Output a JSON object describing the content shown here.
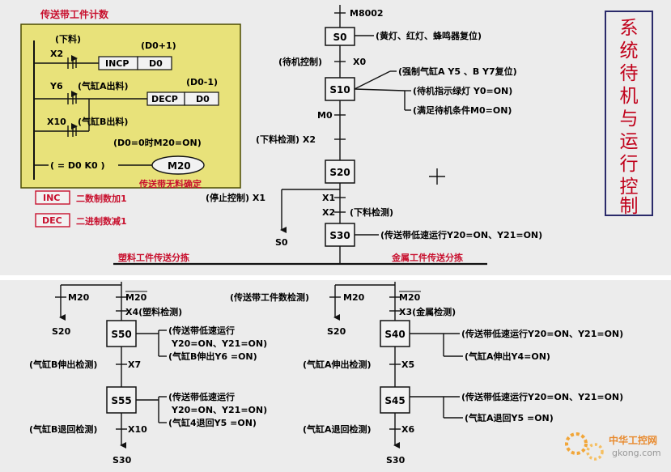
{
  "counter_panel": {
    "title": "传送带工件计数",
    "rung1_comment": "(下料)",
    "rung1_contact": "X2",
    "rung1_operand": "(D0+1)",
    "rung1_instr": "INCP",
    "rung1_reg": "D0",
    "rung2_contact": "Y6",
    "rung2_comment": "(气缸A出料)",
    "rung2_operand": "(D0-1)",
    "rung2_instr": "DECP",
    "rung2_reg": "D0",
    "rung3_contact": "X10",
    "rung3_comment": "(气缸B出料)",
    "rung4_note": "(D0=0时M20=ON)",
    "rung4_cmp": "( = D0 K0 )",
    "rung4_coil": "M20",
    "rung4_caption": "传送带无料确定",
    "legend": [
      {
        "key": "INC",
        "desc": "二数制数加1"
      },
      {
        "key": "DEC",
        "desc": "二进制数减1"
      }
    ]
  },
  "vertical_title": [
    "系",
    "统",
    "待",
    "机",
    "与",
    "运",
    "行",
    "控",
    "制"
  ],
  "main_chart": {
    "init_trigger": "M8002",
    "s0": "S0",
    "s0_action": "(黄灯、红灯、蜂鸣器复位)",
    "t_s0_s10_label": "(待机控制)",
    "t_s0_s10_cond": "X0",
    "s10": "S10",
    "s10_actions": [
      "(强制气缸A Y5 、B Y7复位)",
      "(待机指示绿灯 Y0=ON)",
      "(满足待机条件M0=ON)"
    ],
    "t_s10_s20_cond": "M0",
    "t_s10_s20b_label": "(下料检测) X2",
    "s20": "S20",
    "stop_label": "(停止控制) X1",
    "stop_target": "S0",
    "branch_x1": "X1",
    "branch_x2": "X2",
    "branch_x2_label": "(下料检测)",
    "s30": "S30",
    "s30_action": "(传送带低速运行Y20=ON、Y21=ON)",
    "sel_left": "塑料工件传送分拣",
    "sel_right": "金属工件传送分拣"
  },
  "plastic_branch": {
    "m20_left": "M20",
    "m20_right": "M20",
    "s20_target": "S20",
    "x4": "X4(塑料检测)",
    "s50": "S50",
    "s50_action": [
      "(传送带低速运行",
      "Y20=ON、Y21=ON)",
      "(气缸B伸出Y6 =ON)"
    ],
    "t_s50_s55": "(气缸B伸出检测)",
    "t_s50_s55_cond": "X7",
    "s55": "S55",
    "s55_action": [
      "(传送带低速运行",
      "Y20=ON、Y21=ON)",
      "(气缸4退回Y5 =ON)"
    ],
    "t_s55_end": "(气缸B退回检测)",
    "t_s55_end_cond": "X10",
    "end_target": "S30"
  },
  "metal_branch": {
    "top_label": "(传送带工件数检测)",
    "m20_left": "M20",
    "m20_right": "M20",
    "s20_target": "S20",
    "x3": "X3(金属检测)",
    "s40": "S40",
    "s40_actions": [
      "(传送带低速运行Y20=ON、Y21=ON)",
      "(气缸A伸出Y4=ON)"
    ],
    "t_s40_s45": "(气缸A伸出检测)",
    "t_s40_s45_cond": "X5",
    "s45": "S45",
    "s45_actions": [
      "(传送带低速运行Y20=ON、Y21=ON)",
      "(气缸A退回Y5 =ON)"
    ],
    "t_s45_end": "(气缸A退回检测)",
    "t_s45_end_cond": "X6",
    "end_target": "S30"
  },
  "watermark": {
    "brand": "中华工控网",
    "url": "gkong.com"
  },
  "colors": {
    "panel_fill": "#e8e27a",
    "panel_border": "#4b4b00",
    "title_red": "#c8102e",
    "vertical_title": "#c0001a",
    "line": "#111111",
    "step_fill": "#f2f2f2"
  }
}
